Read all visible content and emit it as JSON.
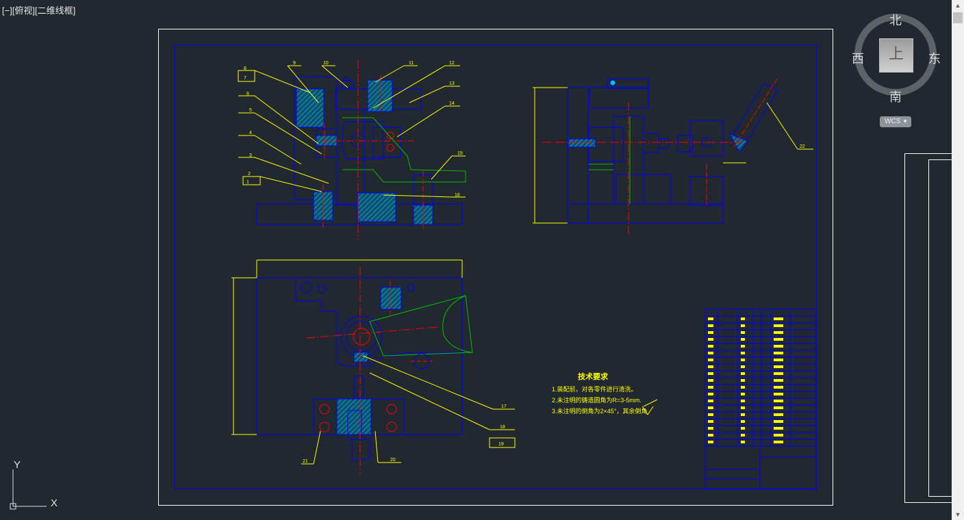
{
  "viewport": {
    "label": "[−][俯视][二维线框]"
  },
  "viewcube": {
    "north": "北",
    "south": "南",
    "east": "东",
    "west": "西",
    "top_face": "上",
    "wcs_label": "WCS"
  },
  "ucs_icon": {
    "x_label": "X",
    "y_label": "Y"
  },
  "tech_notes": {
    "title": "技术要求",
    "items": [
      "1.装配前，对各零件进行清洗。",
      "2.未注明的铸造圆角为R=3-5mm.",
      "3.未注明的倒角为2×45°，其余倒角"
    ]
  },
  "balloons": [
    "1",
    "2",
    "3",
    "4",
    "5",
    "6",
    "7",
    "8",
    "9",
    "10",
    "11",
    "12",
    "13",
    "14",
    "15",
    "16",
    "17",
    "18",
    "19",
    "20",
    "21",
    "22"
  ],
  "colors": {
    "background": "#212830",
    "frame": "#ffffff",
    "geometry": "#0000ff",
    "hatch": "#00c8c8",
    "centerline": "#ff0000",
    "leader": "#ffff00",
    "hidden": "#00c000"
  }
}
